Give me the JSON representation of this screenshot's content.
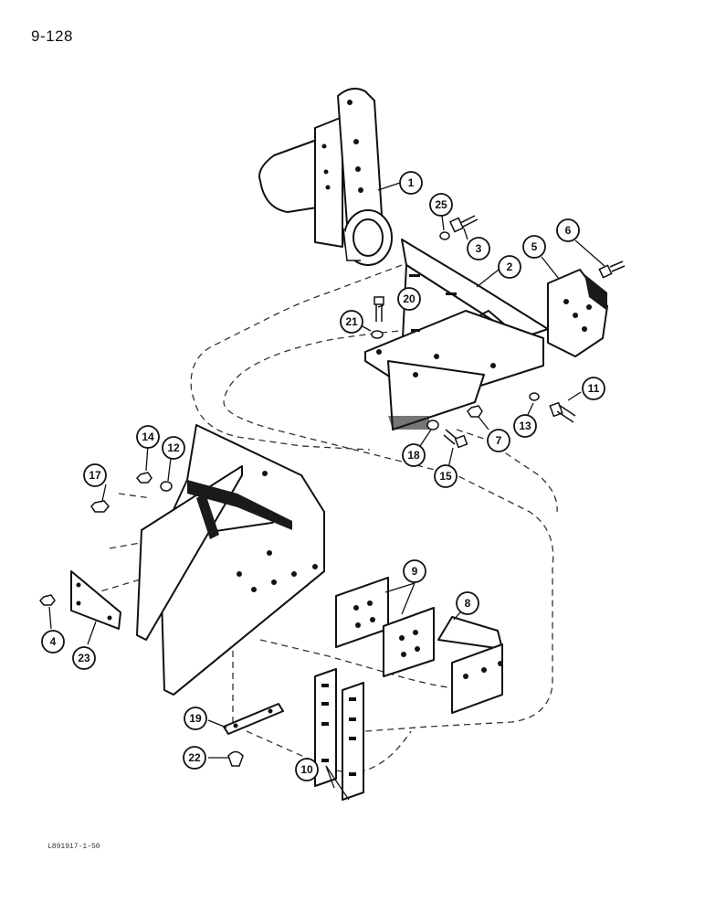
{
  "page_number": "9-128",
  "image_id": "L891917-1-50",
  "callouts": [
    "1",
    "2",
    "3",
    "4",
    "5",
    "6",
    "7",
    "8",
    "9",
    "10",
    "11",
    "12",
    "13",
    "14",
    "15",
    "17",
    "18",
    "19",
    "20",
    "21",
    "22",
    "23",
    "25"
  ]
}
